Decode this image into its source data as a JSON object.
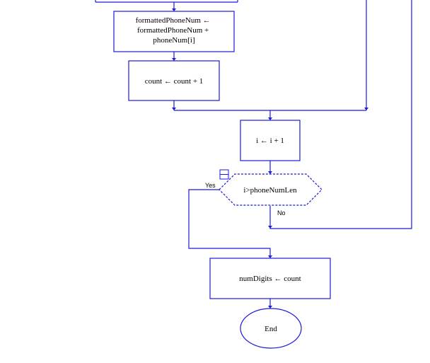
{
  "diagram": {
    "type": "flowchart",
    "line_color": "#1a1ad8",
    "nodes": {
      "append_digit": {
        "shape": "process",
        "lines": [
          "formattedPhoneNum ←",
          "formattedPhoneNum +",
          "phoneNum[i]"
        ]
      },
      "count_increment": {
        "shape": "process",
        "lines": [
          "count ← count + 1"
        ]
      },
      "i_increment": {
        "shape": "process",
        "lines": [
          "i ← i + 1"
        ]
      },
      "loop_condition": {
        "shape": "decision",
        "lines": [
          "i>phoneNumLen"
        ]
      },
      "assign_numdigits": {
        "shape": "process",
        "lines": [
          "numDigits ← count"
        ]
      },
      "end": {
        "shape": "terminal",
        "lines": [
          "End"
        ]
      }
    },
    "branch_labels": {
      "yes": "Yes",
      "no": "No"
    }
  }
}
